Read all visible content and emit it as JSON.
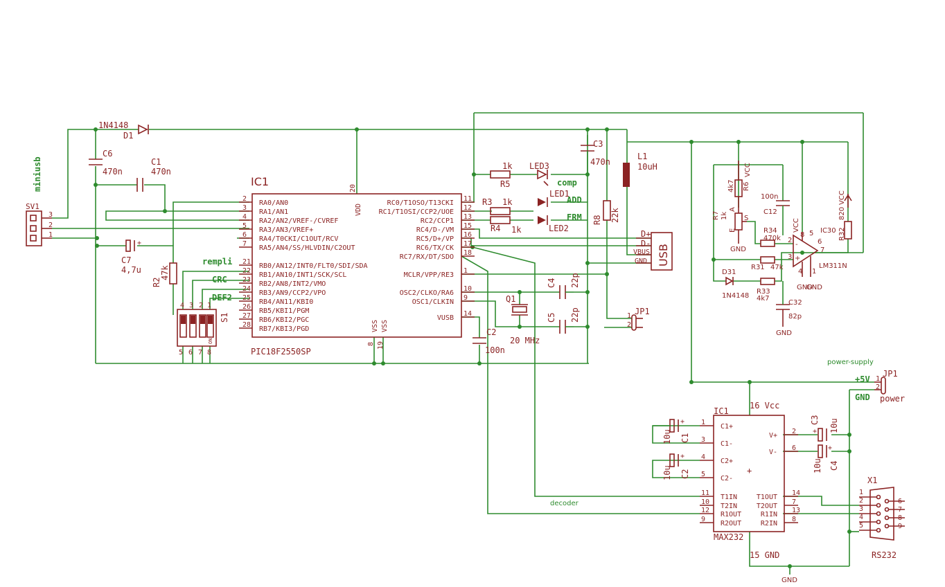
{
  "labels": {
    "miniusb": "miniusb",
    "sv1": "SV1",
    "sv1_p1": "1",
    "sv1_p2": "2",
    "sv1_p3": "3",
    "d1": "D1",
    "d1_val": "1N4148",
    "c6": "C6",
    "c6_val": "470n",
    "c1": "C1",
    "c1_val": "470n",
    "c7": "C7",
    "c7_val": "4,7u",
    "r2": "R2",
    "r2_val": "47k",
    "ic1": "IC1",
    "ic1_part": "PIC18F2550SP",
    "vdd": "VDD",
    "pin20": "20",
    "vss1": "VSS",
    "vss2": "VSS",
    "pin8": "8",
    "pin19": "19",
    "net_rempli": "rempli",
    "net_crc": "CRC",
    "net_def": "DEF2",
    "s1": "S1",
    "on": "ON",
    "c3": "C3",
    "c3_val": "470n",
    "l1": "L1",
    "l1_val": "10uH",
    "r8": "R8",
    "r8_val": "22k",
    "r5": "R5",
    "r5_val": "1k",
    "r3": "R3",
    "r3_val": "1k",
    "r4": "R4",
    "r4_val": "1k",
    "led3": "LED3",
    "led1": "LED1",
    "led2": "LED2",
    "net_comp": "comp",
    "net_add": "ADD",
    "net_frm": "FRM",
    "usb": "USB",
    "usb_dp": "D+",
    "usb_dm": "D-",
    "usb_vbus": "VBUS",
    "usb_gnd": "GND",
    "c4": "C4",
    "c4_val": "22p",
    "c5": "C5",
    "c5_val": "22p",
    "q1": "Q1",
    "q1_val": "20 MHz",
    "c2": "C2",
    "c2_val": "100n",
    "jp1": "JP1",
    "jp1_p1": "1",
    "jp1_p2": "2",
    "vcc1": "VCC",
    "vcc2": "VCC",
    "vcc3": "VCC",
    "r6": "R6",
    "r6_val": "4k7",
    "r7": "R7",
    "r7_val": "1k",
    "r7_a": "A",
    "r7_e": "E",
    "r7_s": "S",
    "c12": "C12",
    "c12_val": "100n",
    "r34": "R34",
    "r34_val": "470k",
    "r31": "R31",
    "r31_val": "47k",
    "r33": "R33",
    "r33_val": "4k7",
    "d31": "D31",
    "d31_val": "1N4148",
    "c32": "C32",
    "c32_val": "82p",
    "ic30": "IC30",
    "ic30_part": "LM311N",
    "r32": "R32",
    "r32_val": "820",
    "op_p2": "2",
    "op_p3": "3",
    "op_p4": "4",
    "op_p5": "5",
    "op_p6": "6",
    "op_p7": "7",
    "op_p8": "8",
    "op_p1": "1",
    "gnd1": "GND",
    "gnd2": "GND",
    "gnd3": "GND",
    "gnd4": "GND",
    "power_supply": "power-supply",
    "plus5v": "+5V",
    "gnd_pwr": "GND",
    "power": "power",
    "jp1b": "JP1",
    "jp1b_p1": "1",
    "jp1b_p2": "2",
    "max_ic1": "IC1",
    "max_part": "MAX232",
    "max_vcc": "16 Vcc",
    "max_gnd": "15 GND",
    "c1m": "C1",
    "c1m_val": "10u",
    "c2m": "C2",
    "c2m_val": "10u",
    "c3m": "C3",
    "c3m_val": "10u",
    "c4m": "C4",
    "c4m_val": "10u",
    "decoder": "decoder",
    "x1": "X1",
    "rs232": "RS232",
    "gnd_bottom": "GND"
  },
  "pic_left_pins": [
    {
      "num": "2",
      "name": "RA0/AN0"
    },
    {
      "num": "3",
      "name": "RA1/AN1"
    },
    {
      "num": "4",
      "name": "RA2/AN2/VREF-/CVREF"
    },
    {
      "num": "5",
      "name": "RA3/AN3/VREF+"
    },
    {
      "num": "6",
      "name": "RA4/T0CKI/C1OUT/RCV"
    },
    {
      "num": "7",
      "name": "RA5/AN4/SS/HLVDIN/C2OUT"
    },
    {
      "num": "21",
      "name": "RB0/AN12/INT0/FLT0/SDI/SDA"
    },
    {
      "num": "22",
      "name": "RB1/AN10/INT1/SCK/SCL"
    },
    {
      "num": "23",
      "name": "RB2/AN8/INT2/VMO"
    },
    {
      "num": "24",
      "name": "RB3/AN9/CCP2/VPO"
    },
    {
      "num": "25",
      "name": "RB4/AN11/KBI0"
    },
    {
      "num": "26",
      "name": "RB5/KBI1/PGM"
    },
    {
      "num": "27",
      "name": "RB6/KBI2/PGC"
    },
    {
      "num": "28",
      "name": "RB7/KBI3/PGD"
    }
  ],
  "pic_right_pins": [
    {
      "num": "11",
      "name": "RC0/T1OSO/T13CKI"
    },
    {
      "num": "12",
      "name": "RC1/T1OSI/CCP2/UOE"
    },
    {
      "num": "13",
      "name": "RC2/CCP1"
    },
    {
      "num": "15",
      "name": "RC4/D-/VM"
    },
    {
      "num": "16",
      "name": "RC5/D+/VP"
    },
    {
      "num": "17",
      "name": "RC6/TX/CK"
    },
    {
      "num": "18",
      "name": "RC7/RX/DT/SDO"
    },
    {
      "num": "1",
      "name": "MCLR/VPP/RE3"
    },
    {
      "num": "10",
      "name": "OSC2/CLKO/RA6"
    },
    {
      "num": "9",
      "name": "OSC1/CLKIN"
    },
    {
      "num": "14",
      "name": "VUSB"
    }
  ],
  "switch_pins_top": [
    "4",
    "3",
    "2",
    "1"
  ],
  "switch_pins_bottom": [
    "5",
    "6",
    "7",
    "8"
  ],
  "max_left_pins": [
    {
      "num": "1",
      "name": "C1+"
    },
    {
      "num": "3",
      "name": "C1-"
    },
    {
      "num": "4",
      "name": "C2+"
    },
    {
      "num": "5",
      "name": "C2-"
    },
    {
      "num": "11",
      "name": "T1IN"
    },
    {
      "num": "10",
      "name": "T2IN"
    },
    {
      "num": "12",
      "name": "R1OUT"
    },
    {
      "num": "9",
      "name": "R2OUT"
    }
  ],
  "max_right_pins": [
    {
      "num": "2",
      "name": "V+"
    },
    {
      "num": "6",
      "name": "V-"
    },
    {
      "num": "14",
      "name": "T1OUT"
    },
    {
      "num": "7",
      "name": "T2OUT"
    },
    {
      "num": "13",
      "name": "R1IN"
    },
    {
      "num": "8",
      "name": "R2IN"
    }
  ],
  "db9_left": [
    "1",
    "2",
    "3",
    "4",
    "5"
  ],
  "db9_right": [
    "6",
    "7",
    "8",
    "9"
  ]
}
